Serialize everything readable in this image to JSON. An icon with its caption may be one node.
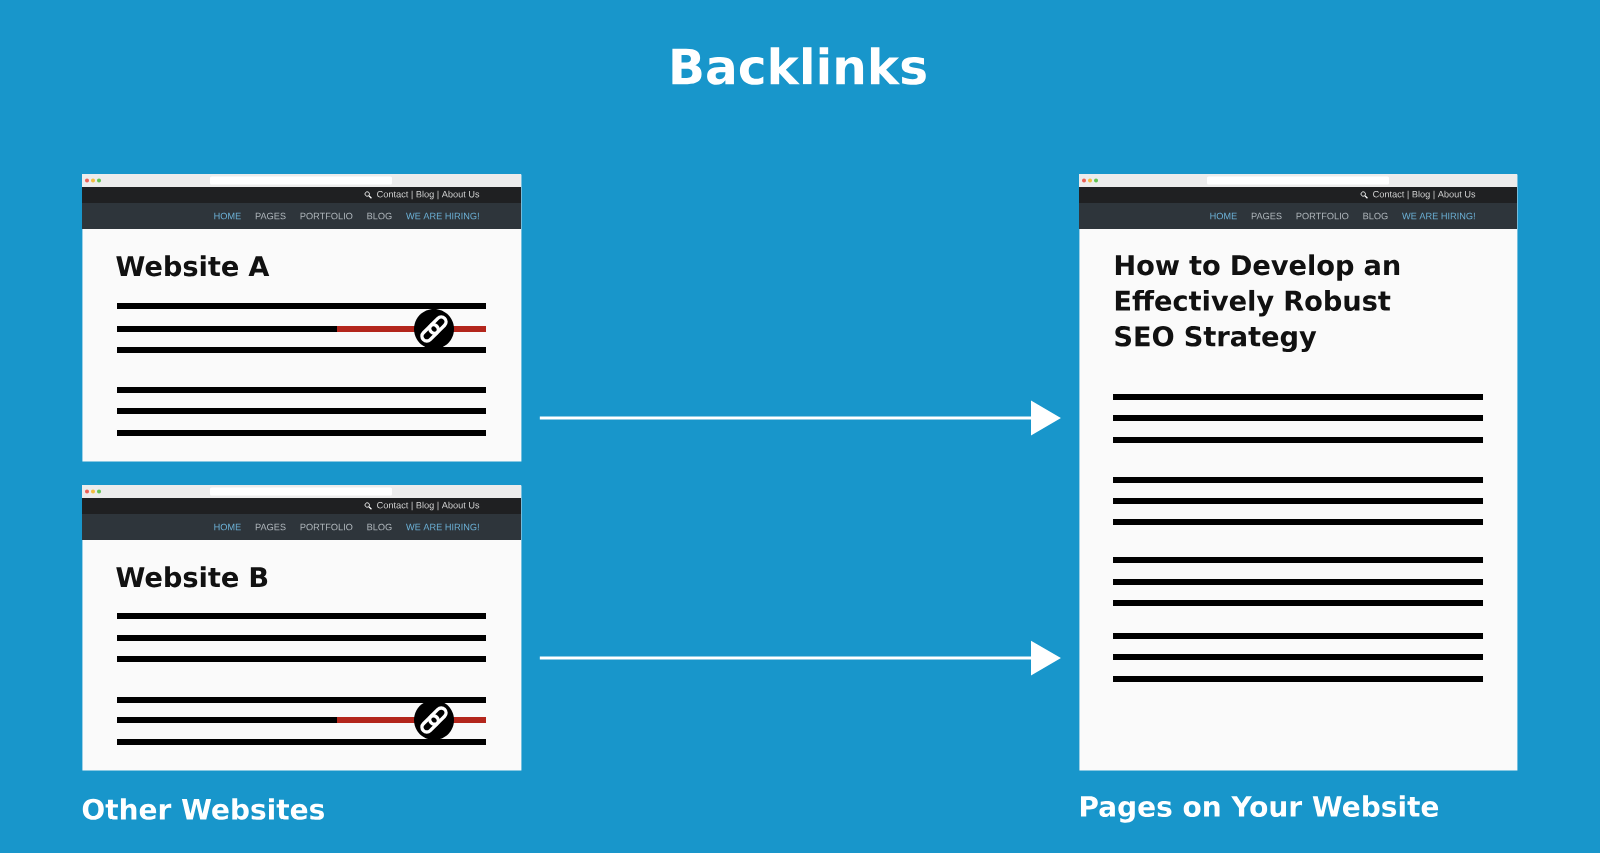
{
  "diagram": {
    "title": "Backlinks",
    "nodes": [
      {
        "text": [
          "Website A"
        ]
      },
      {
        "text": [
          "Website B"
        ]
      },
      {
        "text": [
          "How to Develop an Effectively Robust SEO Strategy"
        ]
      }
    ],
    "edges": [
      {
        "from": 0,
        "to": 2,
        "arrow": "to"
      },
      {
        "from": 1,
        "to": 2,
        "arrow": "to"
      }
    ],
    "labels": [
      "Contact | Blog | About Us",
      "HOME",
      "PAGES",
      "PORTFOLIO",
      "BLOG",
      "WE ARE HIRING!",
      "Contact | Blog | About Us",
      "HOME",
      "PAGES",
      "PORTFOLIO",
      "BLOG",
      "WE ARE HIRING!",
      "Contact | Blog | About Us",
      "HOME",
      "PAGES",
      "PORTFOLIO",
      "BLOG",
      "WE ARE HIRING!",
      "Other Websites",
      "Pages on Your Website"
    ]
  }
}
